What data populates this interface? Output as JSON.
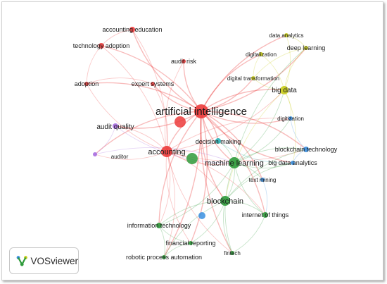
{
  "app": {
    "name": "VOSviewer"
  },
  "clusters": {
    "red": "#ec3b3b",
    "green": "#2e9b3b",
    "yellow": "#c9cd1a",
    "blue": "#3a8fe0",
    "purple": "#a86ee0",
    "teal": "#2bb4b6"
  },
  "nodes": [
    {
      "id": "artificial-intelligence",
      "label": "artificial intelligence",
      "cluster": "red",
      "weight": 10
    },
    {
      "id": "accounting-education",
      "label": "accounting education",
      "cluster": "red",
      "weight": 2
    },
    {
      "id": "technology-adoption",
      "label": "technology adoption",
      "cluster": "red",
      "weight": 2
    },
    {
      "id": "audit-risk",
      "label": "audit risk",
      "cluster": "red",
      "weight": 1.5
    },
    {
      "id": "adoption",
      "label": "adoption",
      "cluster": "red",
      "weight": 1.5
    },
    {
      "id": "expert-systems",
      "label": "expert systems",
      "cluster": "red",
      "weight": 1.5
    },
    {
      "id": "accounting",
      "label": "accounting",
      "cluster": "red",
      "weight": 5
    },
    {
      "id": "data-analytics",
      "label": "data analytics",
      "cluster": "yellow",
      "weight": 1.5
    },
    {
      "id": "deep-learning",
      "label": "deep learning",
      "cluster": "yellow",
      "weight": 1.5
    },
    {
      "id": "digitalization",
      "label": "digitalization",
      "cluster": "yellow",
      "weight": 1.5
    },
    {
      "id": "digital-transformation",
      "label": "digital transformation",
      "cluster": "yellow",
      "weight": 1.5
    },
    {
      "id": "big-data",
      "label": "big data",
      "cluster": "yellow",
      "weight": 3
    },
    {
      "id": "digitization",
      "label": "digitization",
      "cluster": "blue",
      "weight": 1.2
    },
    {
      "id": "audit-quality",
      "label": "audit quality",
      "cluster": "purple",
      "weight": 2
    },
    {
      "id": "auditor",
      "label": "auditor",
      "cluster": "purple",
      "weight": 1.2
    },
    {
      "id": "decision-making",
      "label": "decision making",
      "cluster": "teal",
      "weight": 1.5
    },
    {
      "id": "machine-learning",
      "label": "machine learning",
      "cluster": "green",
      "weight": 4
    },
    {
      "id": "blockchain-technology",
      "label": "blockchain technology",
      "cluster": "blue",
      "weight": 1.5
    },
    {
      "id": "big-data-analytics",
      "label": "big data analytics",
      "cluster": "blue",
      "weight": 1.2
    },
    {
      "id": "text-mining",
      "label": "text mining",
      "cluster": "blue",
      "weight": 1.2
    },
    {
      "id": "blockchain",
      "label": "blockchain",
      "cluster": "green",
      "weight": 3.5
    },
    {
      "id": "internet-of-things",
      "label": "internet of things",
      "cluster": "green",
      "weight": 2
    },
    {
      "id": "information-technology",
      "label": "information technology",
      "cluster": "green",
      "weight": 2
    },
    {
      "id": "financial-reporting",
      "label": "financial reporting",
      "cluster": "green",
      "weight": 1.5
    },
    {
      "id": "fintech",
      "label": "fintech",
      "cluster": "green",
      "weight": 1.5
    },
    {
      "id": "robotic-process-automation",
      "label": "robotic process automation",
      "cluster": "green",
      "weight": 1.5
    }
  ],
  "links": [
    [
      "artificial-intelligence",
      "accounting-education"
    ],
    [
      "artificial-intelligence",
      "technology-adoption"
    ],
    [
      "artificial-intelligence",
      "audit-risk"
    ],
    [
      "artificial-intelligence",
      "adoption"
    ],
    [
      "artificial-intelligence",
      "expert-systems"
    ],
    [
      "artificial-intelligence",
      "accounting"
    ],
    [
      "artificial-intelligence",
      "data-analytics"
    ],
    [
      "artificial-intelligence",
      "deep-learning"
    ],
    [
      "artificial-intelligence",
      "digitalization"
    ],
    [
      "artificial-intelligence",
      "digital-transformation"
    ],
    [
      "artificial-intelligence",
      "big-data"
    ],
    [
      "artificial-intelligence",
      "digitization"
    ],
    [
      "artificial-intelligence",
      "audit-quality"
    ],
    [
      "artificial-intelligence",
      "auditor"
    ],
    [
      "artificial-intelligence",
      "decision-making"
    ],
    [
      "artificial-intelligence",
      "machine-learning"
    ],
    [
      "artificial-intelligence",
      "blockchain-technology"
    ],
    [
      "artificial-intelligence",
      "big-data-analytics"
    ],
    [
      "artificial-intelligence",
      "text-mining"
    ],
    [
      "artificial-intelligence",
      "blockchain"
    ],
    [
      "artificial-intelligence",
      "internet-of-things"
    ],
    [
      "artificial-intelligence",
      "information-technology"
    ],
    [
      "artificial-intelligence",
      "financial-reporting"
    ],
    [
      "artificial-intelligence",
      "fintech"
    ],
    [
      "artificial-intelligence",
      "robotic-process-automation"
    ],
    [
      "accounting-education",
      "technology-adoption"
    ],
    [
      "accounting-education",
      "accounting"
    ],
    [
      "technology-adoption",
      "adoption"
    ],
    [
      "technology-adoption",
      "accounting"
    ],
    [
      "adoption",
      "accounting"
    ],
    [
      "adoption",
      "expert-systems"
    ],
    [
      "audit-risk",
      "accounting"
    ],
    [
      "expert-systems",
      "accounting"
    ],
    [
      "accounting",
      "machine-learning"
    ],
    [
      "accounting",
      "blockchain"
    ],
    [
      "accounting",
      "audit-quality"
    ],
    [
      "accounting",
      "auditor"
    ],
    [
      "accounting",
      "big-data"
    ],
    [
      "accounting",
      "information-technology"
    ],
    [
      "accounting",
      "financial-reporting"
    ],
    [
      "accounting",
      "robotic-process-automation"
    ],
    [
      "accounting",
      "decision-making"
    ],
    [
      "accounting",
      "digitization"
    ],
    [
      "accounting",
      "blockchain-technology"
    ],
    [
      "accounting",
      "internet-of-things"
    ],
    [
      "accounting",
      "fintech"
    ],
    [
      "audit-quality",
      "auditor"
    ],
    [
      "audit-quality",
      "machine-learning"
    ],
    [
      "auditor",
      "machine-learning"
    ],
    [
      "machine-learning",
      "big-data"
    ],
    [
      "machine-learning",
      "blockchain"
    ],
    [
      "machine-learning",
      "decision-making"
    ],
    [
      "machine-learning",
      "text-mining"
    ],
    [
      "machine-learning",
      "big-data-analytics"
    ],
    [
      "machine-learning",
      "blockchain-technology"
    ],
    [
      "machine-learning",
      "internet-of-things"
    ],
    [
      "machine-learning",
      "information-technology"
    ],
    [
      "machine-learning",
      "fintech"
    ],
    [
      "machine-learning",
      "deep-learning"
    ],
    [
      "machine-learning",
      "digitization"
    ],
    [
      "big-data",
      "digital-transformation"
    ],
    [
      "big-data",
      "data-analytics"
    ],
    [
      "big-data",
      "deep-learning"
    ],
    [
      "big-data",
      "digitalization"
    ],
    [
      "big-data",
      "digitization"
    ],
    [
      "big-data",
      "blockchain"
    ],
    [
      "big-data",
      "big-data-analytics"
    ],
    [
      "digitalization",
      "digital-transformation"
    ],
    [
      "data-analytics",
      "deep-learning"
    ],
    [
      "deep-learning",
      "digital-transformation"
    ],
    [
      "blockchain",
      "internet-of-things"
    ],
    [
      "blockchain",
      "information-technology"
    ],
    [
      "blockchain",
      "financial-reporting"
    ],
    [
      "blockchain",
      "fintech"
    ],
    [
      "blockchain",
      "blockchain-technology"
    ],
    [
      "blockchain",
      "robotic-process-automation"
    ],
    [
      "blockchain",
      "big-data-analytics"
    ],
    [
      "blockchain-technology",
      "big-data-analytics"
    ],
    [
      "blockchain-technology",
      "digitization"
    ],
    [
      "information-technology",
      "financial-reporting"
    ],
    [
      "information-technology",
      "robotic-process-automation"
    ],
    [
      "financial-reporting",
      "robotic-process-automation"
    ],
    [
      "internet-of-things",
      "fintech"
    ],
    [
      "decision-making",
      "big-data-analytics"
    ],
    [
      "text-mining",
      "internet-of-things"
    ]
  ]
}
